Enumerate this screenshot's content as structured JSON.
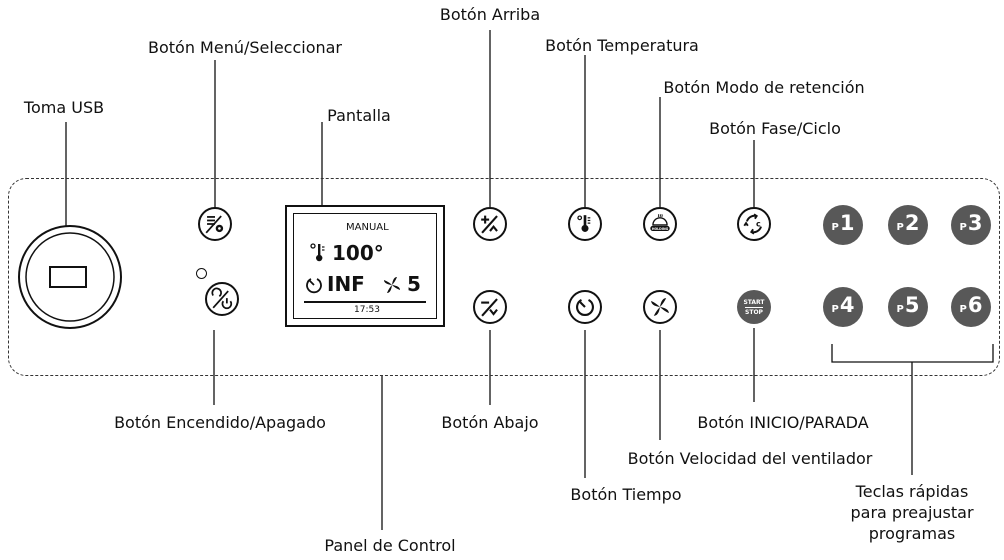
{
  "labels": {
    "usb": "Toma USB",
    "menu": "Botón Menú/Seleccionar",
    "screen": "Pantalla",
    "up": "Botón Arriba",
    "temperature": "Botón Temperatura",
    "holding": "Botón Modo de retención",
    "phase": "Botón Fase/Ciclo",
    "power": "Botón Encendido/Apagado",
    "down": "Botón Abajo",
    "start_stop": "Botón INICIO/PARADA",
    "fan": "Botón Velocidad del ventilador",
    "time": "Botón Tiempo",
    "quick_keys": [
      "Teclas rápidas",
      "para preajustar",
      "programas"
    ],
    "panel": "Panel de Control"
  },
  "display": {
    "mode": "MANUAL",
    "temperature": "100°",
    "time": "INF",
    "fan": "5",
    "clock": "17:53"
  },
  "holding_button_text": "HOLDING",
  "start_stop_button": {
    "top": "START",
    "bottom": "STOP"
  },
  "presets": [
    {
      "prefix": "P",
      "number": "1"
    },
    {
      "prefix": "P",
      "number": "2"
    },
    {
      "prefix": "P",
      "number": "3"
    },
    {
      "prefix": "P",
      "number": "4"
    },
    {
      "prefix": "P",
      "number": "5"
    },
    {
      "prefix": "P",
      "number": "6"
    }
  ],
  "icons": {
    "menu": "menu-settings-icon",
    "power": "power-icon",
    "up": "plus-up-icon",
    "down": "minus-down-icon",
    "temperature": "thermometer-icon",
    "time": "timer-icon",
    "holding": "holding-icon",
    "fan": "fan-icon",
    "phase": "cycle-icon"
  },
  "colors": {
    "line": "#111111",
    "preset_fill": "#585858"
  }
}
